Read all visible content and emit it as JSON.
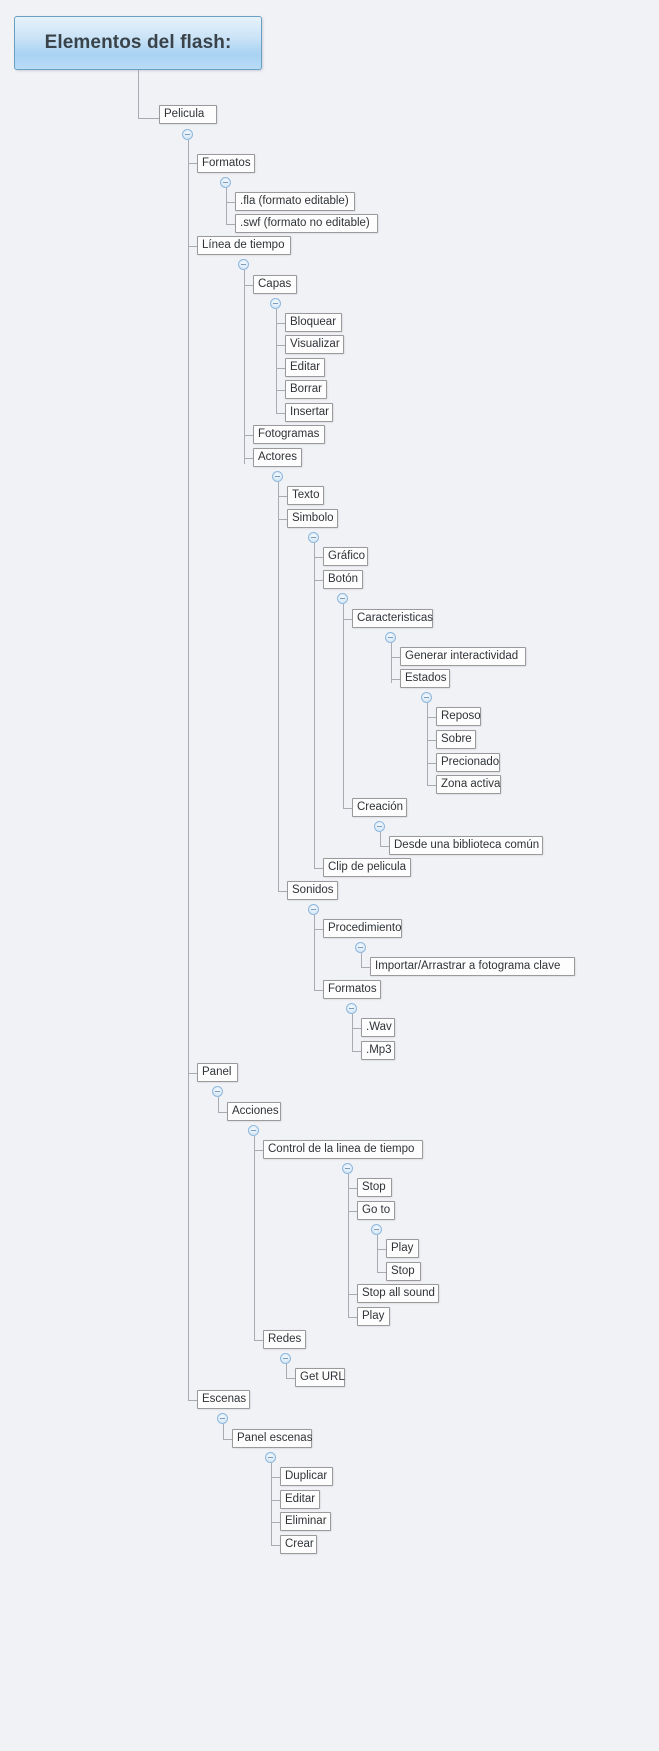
{
  "document": {
    "type": "mind-map",
    "language": "es",
    "background_color": "#f1f2f6"
  },
  "root": {
    "label": "Elementos del flash:",
    "accent_color": "#a9d2f2",
    "border_color": "#6a9fc4",
    "text_color": "#3a4349"
  },
  "nodes": {
    "pelicula": "Pelicula",
    "formatos": "Formatos",
    "fla": ".fla (formato editable)",
    "swf": ".swf (formato no editable)",
    "linea_de_tiempo": "Línea de tiempo",
    "capas": "Capas",
    "bloquear": "Bloquear",
    "visualizar": "Visualizar",
    "editar": "Editar",
    "borrar": "Borrar",
    "insertar": "Insertar",
    "fotogramas": "Fotogramas",
    "actores": "Actores",
    "texto": "Texto",
    "simbolo": "Simbolo",
    "grafico": "Gráfico",
    "boton": "Botón",
    "caracteristicas": "Caracteristicas",
    "generar_interactividad": "Generar interactividad",
    "estados": "Estados",
    "reposo": "Reposo",
    "sobre": "Sobre",
    "precionado": "Precionado",
    "zona_activa": "Zona activa",
    "creacion": "Creación",
    "biblioteca_comun": "Desde una biblioteca común",
    "clip_de_pelicula": "Clip de pelicula",
    "sonidos": "Sonidos",
    "procedimiento": "Procedimiento",
    "importar_arrastrar": "Importar/Arrastrar a fotograma clave",
    "formatos_sonido": "Formatos",
    "wav": ".Wav",
    "mp3": ".Mp3",
    "panel": "Panel",
    "acciones": "Acciones",
    "control_linea_tiempo": "Control de la linea de tiempo",
    "stop": "Stop",
    "go_to": "Go to",
    "goto_play": "Play",
    "goto_stop": "Stop",
    "stop_all_sound": "Stop all sound",
    "play": "Play",
    "redes": "Redes",
    "get_url": "Get URL",
    "escenas": "Escenas",
    "panel_escenas": "Panel escenas",
    "duplicar": "Duplicar",
    "escena_editar": "Editar",
    "eliminar": "Eliminar",
    "crear": "Crear"
  },
  "toggles": {
    "icon": "minus-circle-icon",
    "state": "expanded",
    "count": 15
  }
}
